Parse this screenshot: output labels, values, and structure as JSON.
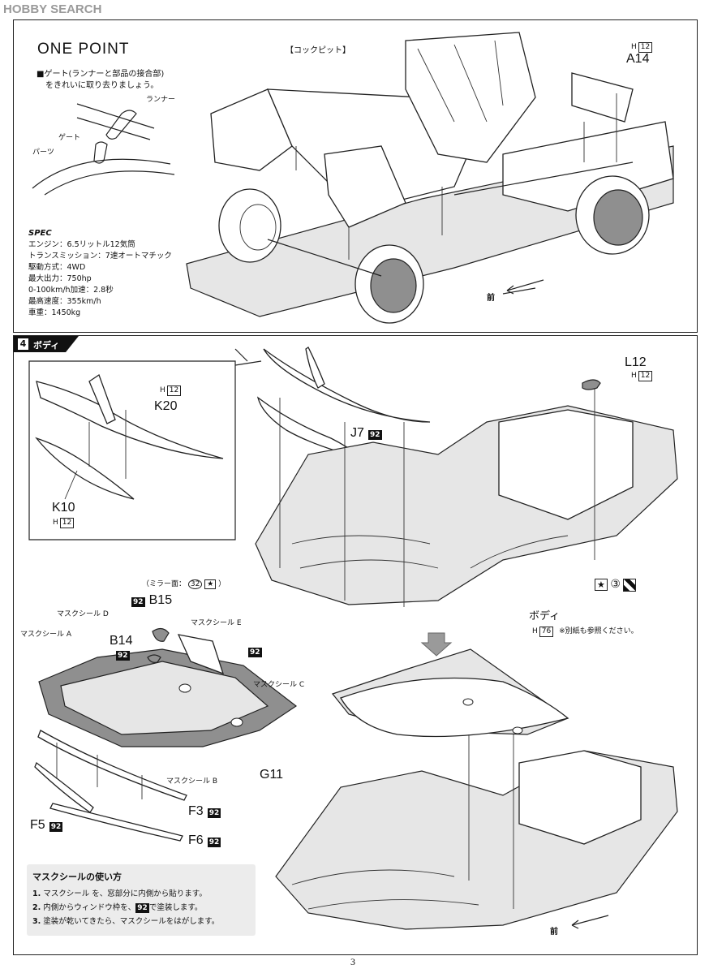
{
  "watermark": "HOBBY SEARCH",
  "top_panel": {
    "one_point_title": "ONE POINT",
    "gate_note_line1": "■ゲート(ランナーと部品の接合部)",
    "gate_note_line2": "をきれいに取り去りましょう。",
    "label_runner": "ランナー",
    "label_gate": "ゲート",
    "label_parts": "パーツ",
    "cockpit_label": "【コックピット】",
    "part_a14_letter": "H",
    "part_a14_num": "12",
    "part_a14": "A14",
    "front_label": "前",
    "spec": {
      "heading": "SPEC",
      "lines": [
        "エンジン：6.5リットル12気筒",
        "トランスミッション：7速オートマチック",
        "駆動方式：4WD",
        "最大出力：750hp",
        "0-100km/h加速：2.8秒",
        "最高速度：355km/h",
        "車重：1450kg"
      ]
    }
  },
  "step": {
    "number": "4",
    "title": "ボディ"
  },
  "parts": {
    "k20_letter": "H",
    "k20_num": "12",
    "k20": "K20",
    "k10": "K10",
    "k10_letter": "H",
    "k10_num": "12",
    "j7": "J7",
    "j7_color": "92",
    "l12": "L12",
    "l12_letter": "H",
    "l12_num": "12",
    "mirror_note": "（ミラー面：",
    "mirror_color": "32",
    "mirror_note_end": "）",
    "b15_color": "92",
    "b15": "B15",
    "b14": "B14",
    "b14_color": "92",
    "g11_color": "92",
    "g11": "G11",
    "f3": "F3",
    "f3_color": "92",
    "f5": "F5",
    "f5_color": "92",
    "f6": "F6",
    "f6_color": "92",
    "body_label": "ボディ",
    "body_letter": "H",
    "body_num": "76",
    "body_note": "※別紙も参照ください。",
    "body_color_num": "③",
    "mask_a": "マスクシール A",
    "mask_b": "マスクシール B",
    "mask_c": "マスクシール C",
    "mask_d": "マスクシール D",
    "mask_e": "マスクシール E",
    "front_label2": "前"
  },
  "instructions": {
    "heading": "マスクシールの使い方",
    "items": [
      {
        "n": "1.",
        "text": "マスクシール を、窓部分に内側から貼ります。"
      },
      {
        "n": "2.",
        "text_a": "内側からウィンドウ枠を、",
        "color": "92",
        "text_b": "で塗装します。"
      },
      {
        "n": "3.",
        "text": "塗装が乾いてきたら、マスクシールをはがします。"
      }
    ]
  },
  "page_number": "3"
}
